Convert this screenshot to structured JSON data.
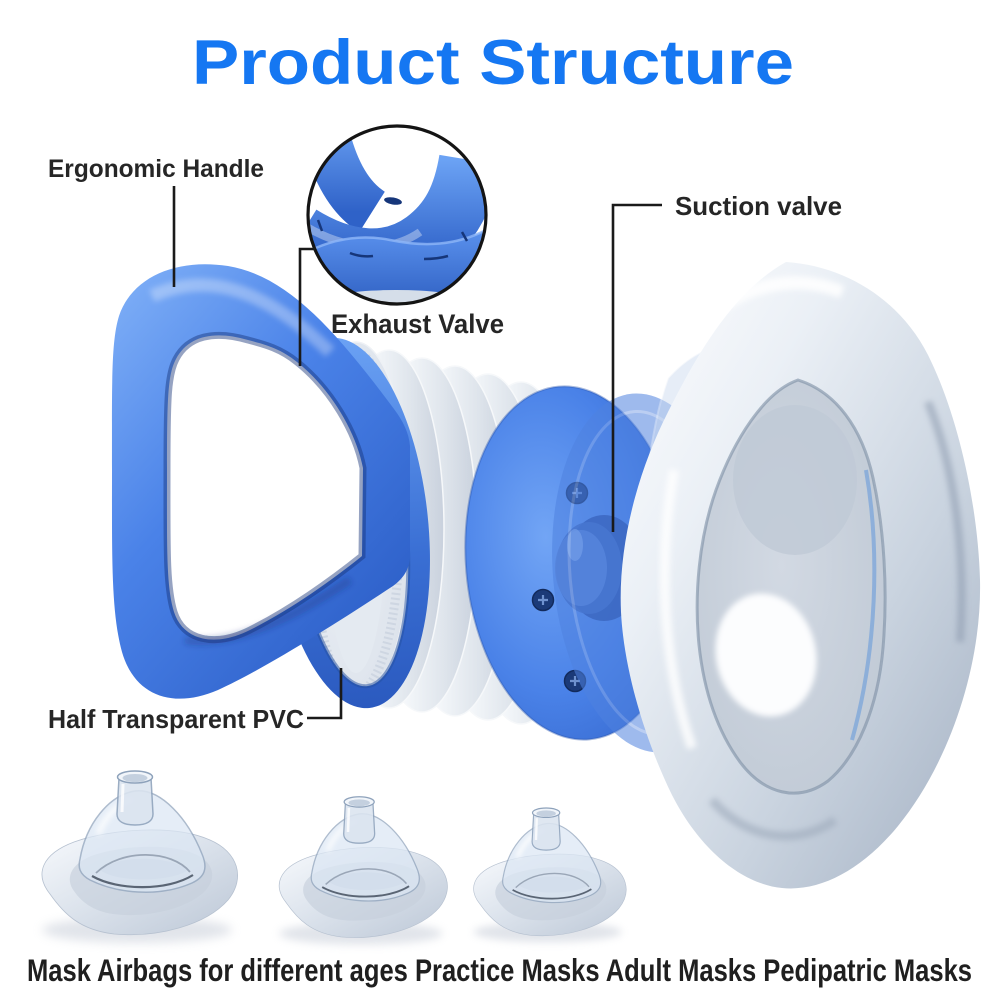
{
  "title": "Product Structure",
  "labels": {
    "ergonomic_handle": "Ergonomic Handle",
    "exhaust_valve": "Exhaust Valve",
    "suction_valve": "Suction valve",
    "half_transparent_pvc": "Half Transparent PVC"
  },
  "caption": "Mask Airbags for different ages Practice Masks Adult Masks Pedipatric Masks",
  "colors": {
    "title_blue": "#1577F2",
    "label_text": "#262626",
    "caption_text": "#1F1F1F",
    "callout_line": "#1A1A1A",
    "product_blue": "#4A82E8",
    "product_blue_dark": "#2B5DC6",
    "pvc_silver": "#DFE5EC",
    "mask_silver": "#C9D2DE"
  }
}
